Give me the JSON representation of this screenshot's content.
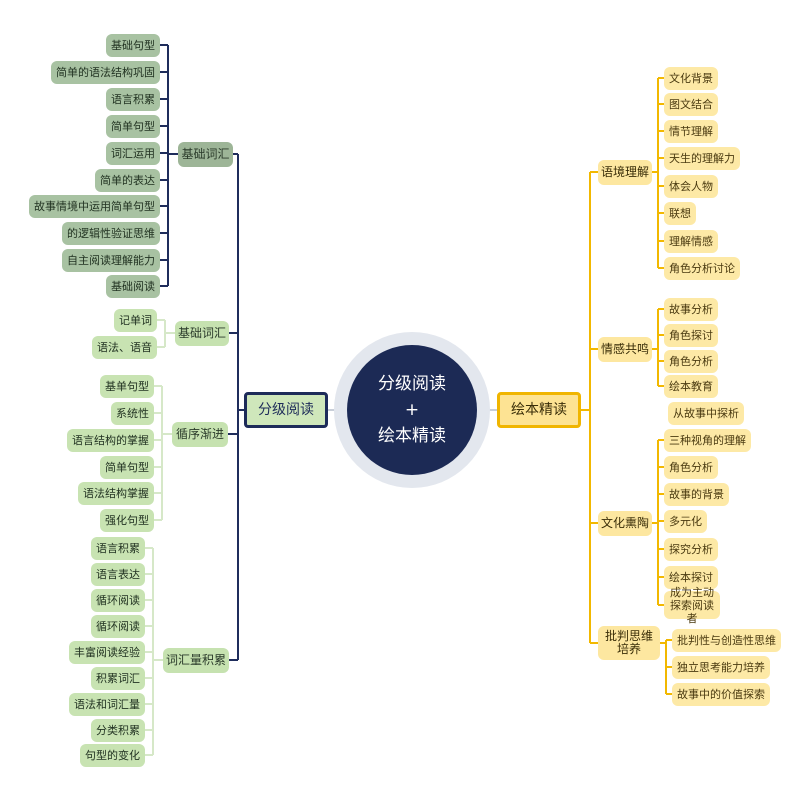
{
  "center": {
    "line1": "分级阅读",
    "line2": "+",
    "line3": "绘本精读"
  },
  "colors": {
    "navy": "#1c2a55",
    "yellow": "#f2b800",
    "green": "#c8e3b2",
    "gray_green": "#a8c2a2"
  },
  "left": {
    "label": "分级阅读",
    "branches": [
      {
        "label": "基础词汇",
        "leaves": [
          "基础句型",
          "简单的语法结构巩固",
          "语言积累",
          "简单句型",
          "词汇运用",
          "简单的表达",
          "故事情境中运用简单句型",
          "的逻辑性验证思维",
          "自主阅读理解能力",
          "基础阅读"
        ]
      },
      {
        "label": "基础词汇",
        "leaves": [
          "记单词",
          "语法、语音"
        ]
      },
      {
        "label": "循序渐进",
        "leaves": [
          "基单句型",
          "系统性",
          "语言结构的掌握",
          "简单句型",
          "语法结构掌握",
          "强化句型"
        ]
      },
      {
        "label": "词汇量积累",
        "leaves": [
          "语言积累",
          "语言表达",
          "循环阅读",
          "循环阅读",
          "丰富阅读经验",
          "积累词汇",
          "语法和词汇量",
          "分类积累",
          "句型的变化"
        ]
      }
    ]
  },
  "right": {
    "label": "绘本精读",
    "branches": [
      {
        "label": "语境理解",
        "leaves": [
          "文化背景",
          "图文结合",
          "情节理解",
          "天生的理解力",
          "体会人物",
          "联想",
          "理解情感",
          "角色分析讨论"
        ]
      },
      {
        "label": "情感共鸣",
        "leaves": [
          "故事分析",
          "角色探讨",
          "角色分析",
          "绘本教育"
        ]
      },
      {
        "label": "文化熏陶",
        "leaves": [
          "三种视角的理解",
          "角色分析",
          "故事的背景",
          "多元化",
          "探究分析",
          "绘本探讨",
          "成为主动探索阅读者"
        ]
      },
      {
        "label": "批判思维培养",
        "leaves": [
          "批判性与创造性思维",
          "独立思考能力培养",
          "故事中的价值探索"
        ]
      }
    ],
    "floating_leaf": "从故事中探析"
  }
}
